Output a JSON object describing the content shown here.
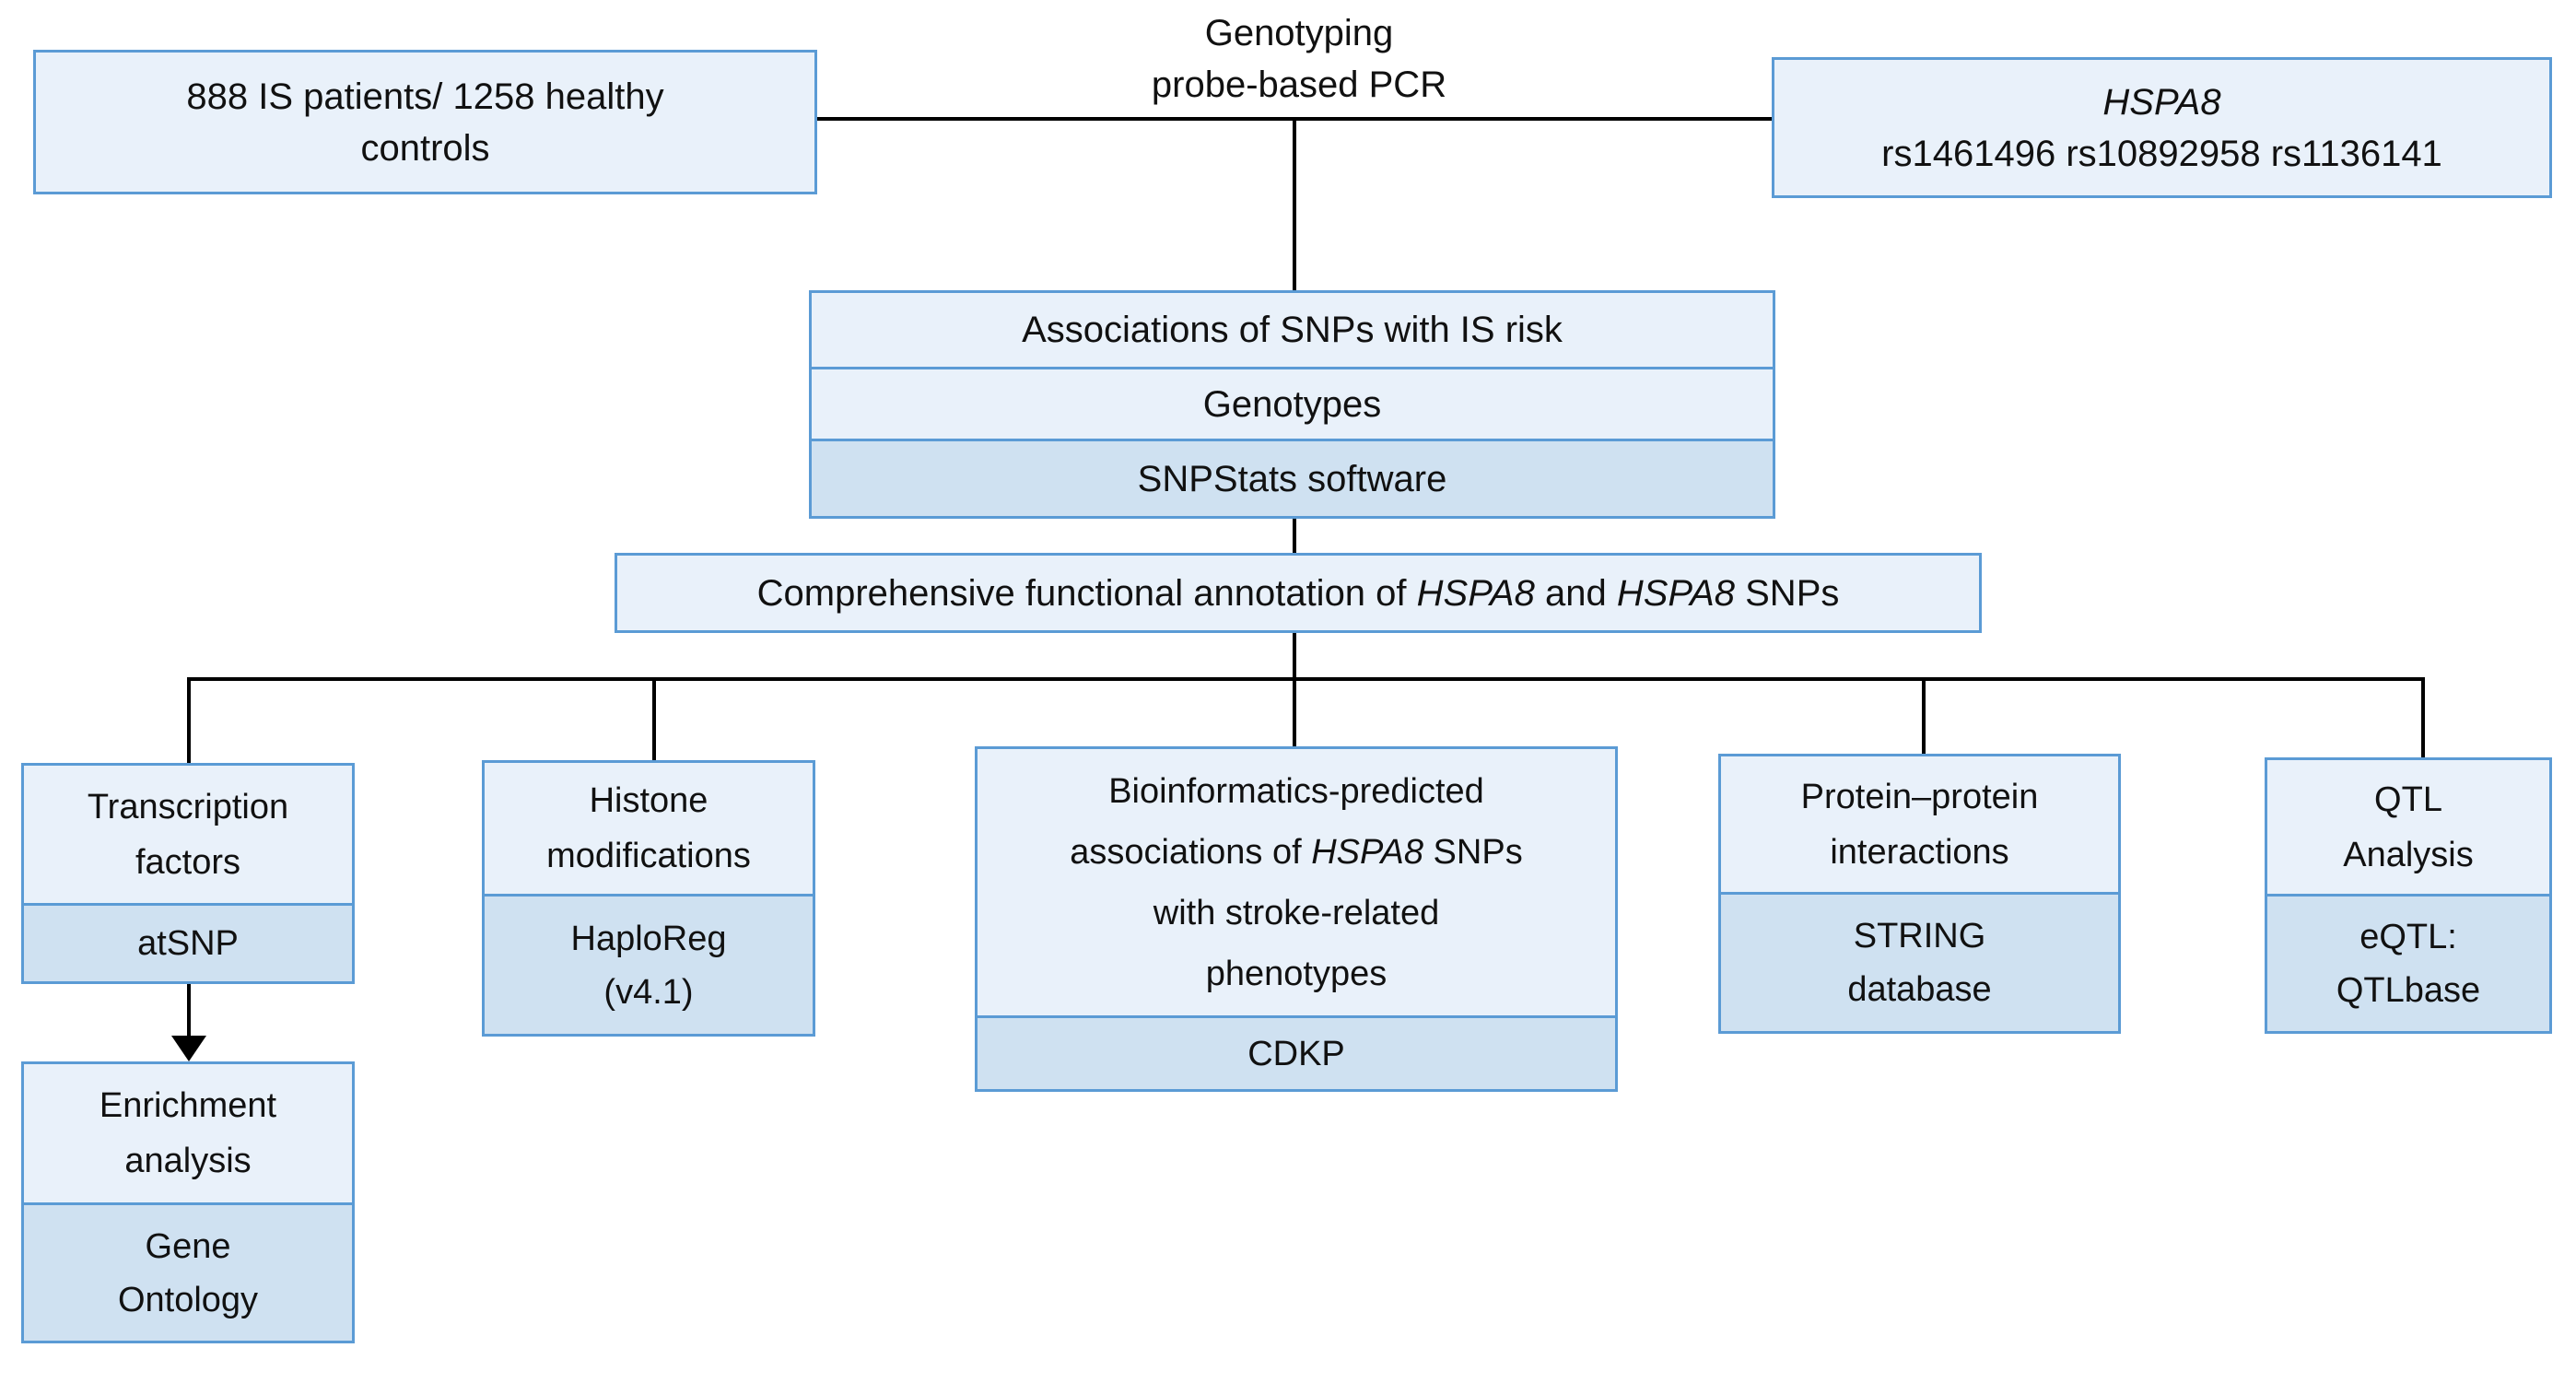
{
  "colors": {
    "fill_light": "#e9f1fa",
    "fill_dark": "#cfe1f1",
    "border": "#5b9bd5",
    "connector": "#000000",
    "text": "#111111"
  },
  "top": {
    "patients": {
      "line1": "888 IS patients/ 1258 healthy",
      "line2": "controls"
    },
    "genotyping_label": {
      "line1": "Genotyping",
      "line2": "probe-based PCR"
    },
    "hspa8": {
      "gene": "HSPA8",
      "snps": "rs1461496 rs10892958 rs1136141"
    }
  },
  "stack": {
    "row1": "Associations of SNPs with IS risk",
    "row2": "Genotypes",
    "row3": "SNPStats software"
  },
  "comprehensive": {
    "part1": "Comprehensive functional annotation of ",
    "gene1": "HSPA8",
    "part2": " and ",
    "gene2": "HSPA8",
    "part3": " SNPs"
  },
  "branches": {
    "transcription": {
      "title_line1": "Transcription",
      "title_line2": "factors",
      "tool": "atSNP"
    },
    "enrichment": {
      "title_line1": "Enrichment",
      "title_line2": "analysis",
      "tool_line1": "Gene",
      "tool_line2": "Ontology"
    },
    "histone": {
      "title_line1": "Histone",
      "title_line2": "modifications",
      "tool_line1": "HaploReg",
      "tool_line2": "(v4.1)"
    },
    "bioinformatics": {
      "line1": "Bioinformatics-predicted",
      "line2_part1": "associations of ",
      "line2_gene": "HSPA8",
      "line2_part2": " SNPs",
      "line3": "with stroke-related",
      "line4": "phenotypes",
      "tool": "CDKP"
    },
    "ppi": {
      "title_line1": "Protein–protein",
      "title_line2": "interactions",
      "tool_line1": "STRING",
      "tool_line2": "database"
    },
    "qtl": {
      "title_line1": "QTL",
      "title_line2": "Analysis",
      "tool_line1": "eQTL:",
      "tool_line2": "QTLbase"
    }
  }
}
